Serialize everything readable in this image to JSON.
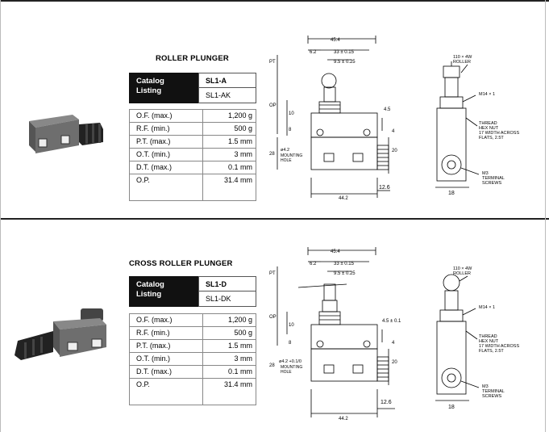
{
  "sections": [
    {
      "title": "ROLLER PLUNGER",
      "catalog_label": [
        "Catalog",
        "Listing"
      ],
      "catalog_values": [
        "SL1-A",
        "SL1-AK"
      ],
      "specs": [
        {
          "label": "O.F. (max.)",
          "value": "1,200 g"
        },
        {
          "label": "R.F. (min.)",
          "value": "500 g"
        },
        {
          "label": "P.T. (max.)",
          "value": "1.5 mm"
        },
        {
          "label": "O.T. (min.)",
          "value": "3    mm"
        },
        {
          "label": "D.T. (max.)",
          "value": "0.1 mm"
        },
        {
          "label": "O.P.",
          "value": "31.4 mm"
        }
      ],
      "front_dims": {
        "overall": "45.4",
        "d1": "6.2",
        "d2": "33 ± 0.15",
        "d3": "9.5 ± 0.25",
        "pt": "PT",
        "op": "OP",
        "h10": "10",
        "h8": "8",
        "w45": "4.5",
        "h4": "4",
        "h20": "20",
        "h28": "28",
        "hole": "ø4.2",
        "mount1": "MOUNTING",
        "mount2": "HOLE",
        "base": "44.2",
        "depth": "12.6"
      },
      "side_labels": {
        "roller1": "110 × 4W",
        "roller2": "ROLLER",
        "thread_m": "M14 × 1",
        "t1": "THREAD",
        "t2": "HEX NUT",
        "t3": "17 WIDTH ACROSS",
        "t4": "FLATS, 2.5T",
        "m1": "M3",
        "m2": "TERMINAL",
        "m3": "SCREWS",
        "w18": "18"
      }
    },
    {
      "title": "CROSS ROLLER PLUNGER",
      "catalog_label": [
        "Catalog",
        "Listing"
      ],
      "catalog_values": [
        "SL1-D",
        "SL1-DK"
      ],
      "specs": [
        {
          "label": "O.F. (max.)",
          "value": "1,200 g"
        },
        {
          "label": "R.F. (min.)",
          "value": "500 g"
        },
        {
          "label": "P.T. (max.)",
          "value": "1.5 mm"
        },
        {
          "label": "O.T. (min.)",
          "value": "3    mm"
        },
        {
          "label": "D.T. (max.)",
          "value": "0.1 mm"
        },
        {
          "label": "O.P.",
          "value": "31.4 mm"
        }
      ],
      "front_dims": {
        "overall": "45.4",
        "d1": "6.2",
        "d2": "33 ± 0.15",
        "d3": "9.5 ± 0.25",
        "pt": "PT",
        "op": "OP",
        "h10": "10",
        "h8": "8",
        "w45": "4.5 ± 0.1",
        "h4": "4",
        "h20": "20",
        "h28": "28",
        "hole": "ø4.2 +0.1/0",
        "mount1": "MOUNTING",
        "mount2": "HOLE",
        "base": "44.2",
        "depth": "12.6"
      },
      "side_labels": {
        "roller1": "110 × 4W",
        "roller2": "ROLLER",
        "thread_m": "M14 × 1",
        "t1": "THREAD",
        "t2": "HEX NUT",
        "t3": "17 WIDTH ACROSS",
        "t4": "FLATS, 2.5T",
        "m1": "M3",
        "m2": "TERMINAL",
        "m3": "SCREWS",
        "w18": "18"
      }
    }
  ]
}
